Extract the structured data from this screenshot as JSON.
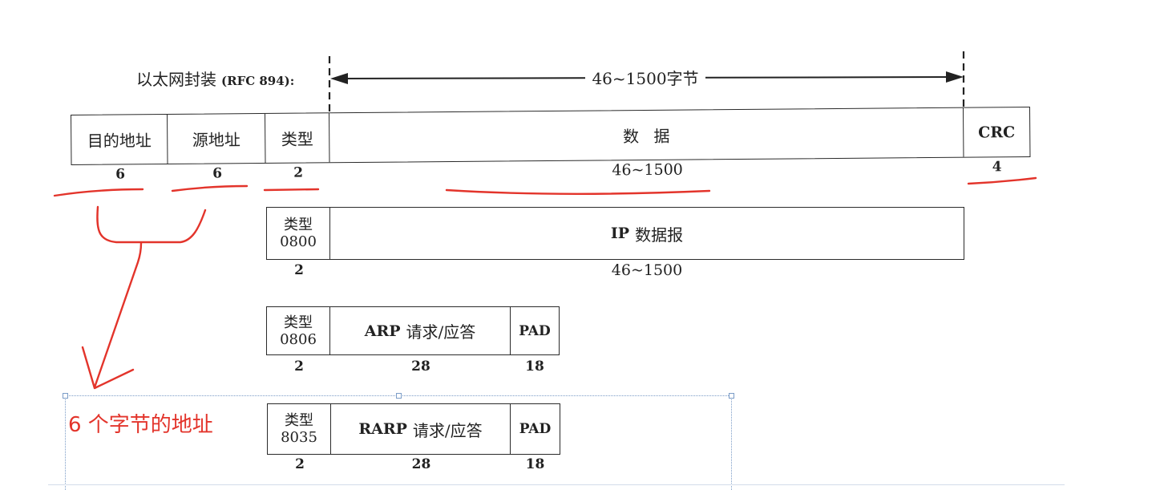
{
  "header": {
    "title": "以太网封装",
    "rfc": "(RFC 894):",
    "span_label": "46~1500字节"
  },
  "ethernet_frame": {
    "fields": [
      {
        "label": "目的地址",
        "size": "6"
      },
      {
        "label": "源地址",
        "size": "6"
      },
      {
        "label": "类型",
        "size": "2"
      },
      {
        "label": "数 据",
        "size": "46~1500"
      },
      {
        "label": "CRC",
        "size": "4"
      }
    ]
  },
  "ip_datagram": {
    "type_label": "类型",
    "type_code": "0800",
    "type_size": "2",
    "proto": "IP",
    "payload": "数据报",
    "payload_size": "46~1500"
  },
  "arp": {
    "type_label": "类型",
    "type_code": "0806",
    "type_size": "2",
    "proto": "ARP",
    "payload": "请求/应答",
    "payload_size": "28",
    "pad": "PAD",
    "pad_size": "18"
  },
  "rarp": {
    "type_label": "类型",
    "type_code": "8035",
    "type_size": "2",
    "proto": "RARP",
    "payload": "请求/应答",
    "payload_size": "28",
    "pad": "PAD",
    "pad_size": "18"
  },
  "annotation": {
    "text": "6 个字节的地址"
  },
  "colors": {
    "line": "#2a2a2a",
    "annotation_red": "#e3342b",
    "selection_border": "#7b9cc7"
  }
}
